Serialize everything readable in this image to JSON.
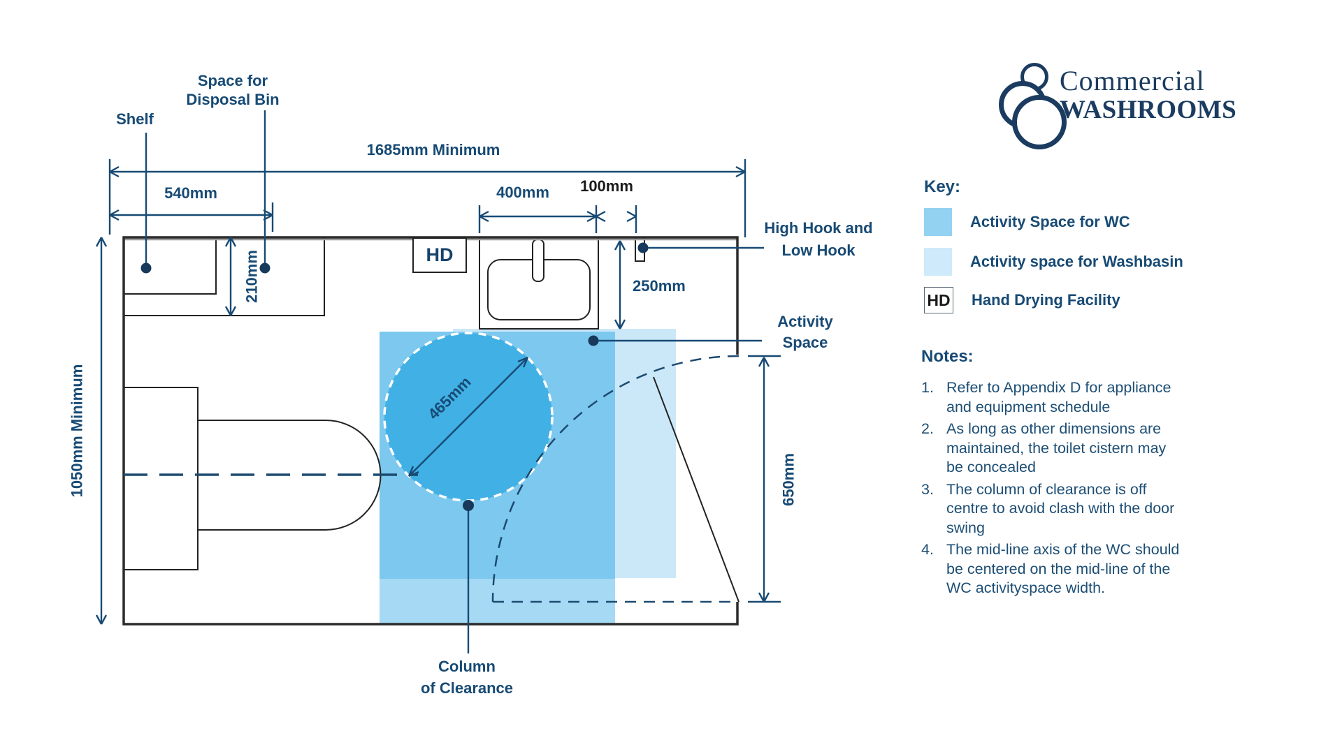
{
  "logo": {
    "line1": "Commercial",
    "line2": "WASHROOMS"
  },
  "plan": {
    "labels": {
      "shelf": "Shelf",
      "disposal_l1": "Space for",
      "disposal_l2": "Disposal Bin",
      "hd": "HD",
      "hook_l1": "High Hook and",
      "hook_l2": "Low Hook",
      "activity_l1": "Activity",
      "activity_l2": "Space",
      "column_l1": "Column",
      "column_l2": "of Clearance"
    },
    "dimensions": {
      "total_width": "1685mm Minimum",
      "shelf_zone_width": "540mm",
      "washbasin_width": "400mm",
      "hook_offset": "100mm",
      "shelf_depth": "210mm",
      "room_depth": "1050mm Minimum",
      "washbasin_clearance": "250mm",
      "door_side_clearance": "650mm",
      "column_diameter": "465mm"
    }
  },
  "key": {
    "title": "Key:",
    "items": [
      {
        "label": "Activity Space for WC",
        "swatch_color": "#93d2f1"
      },
      {
        "label": "Activity space for Washbasin",
        "swatch_color": "#cfeafa"
      },
      {
        "label": "Hand Drying Facility",
        "box_text": "HD"
      }
    ]
  },
  "notes": {
    "title": "Notes:",
    "items": [
      {
        "num": "1.",
        "text": "Refer to Appendix D for appliance and equipment schedule"
      },
      {
        "num": "2.",
        "text": "As long as other dimensions are maintained, the toilet cistern may be concealed"
      },
      {
        "num": "3.",
        "text": "The column of clearance is off centre to avoid clash with the door swing"
      },
      {
        "num": "4.",
        "text": "The mid-line axis of the WC should be centered on the mid-line of the WC activityspace width."
      }
    ]
  },
  "colors": {
    "navy": "#174a74",
    "logo_navy": "#1b3c60",
    "wc_activity_space": "#7cc8ee",
    "wc_space_bottom": "#a6d9f4",
    "washbasin_activity_space": "#cbe8f8",
    "clearance_circle": "#41b0e5",
    "black_dim_label": "#1a1a1a"
  }
}
